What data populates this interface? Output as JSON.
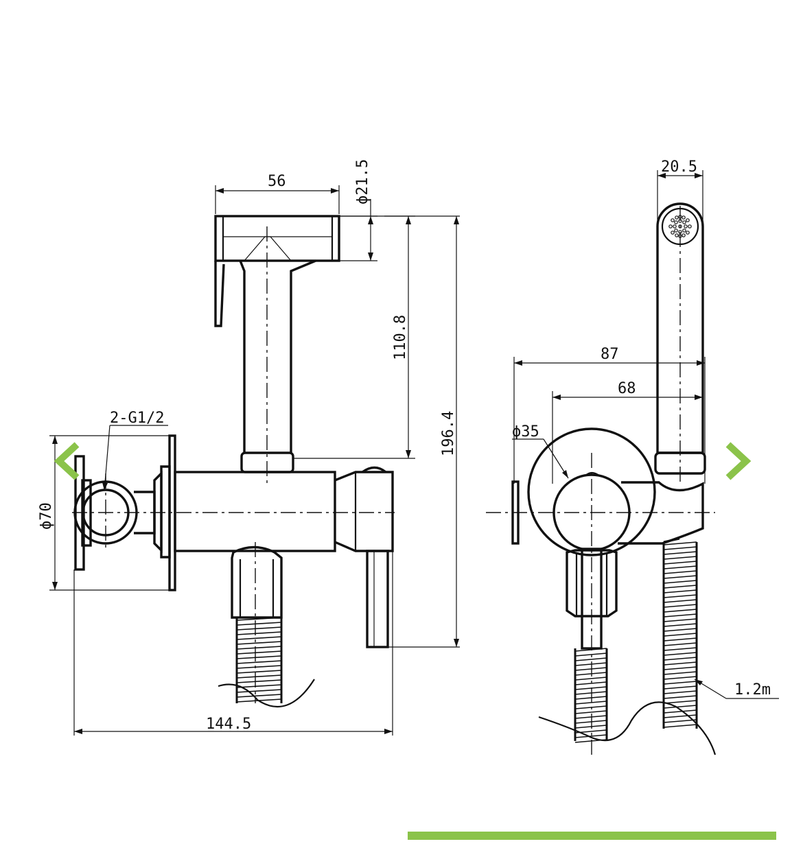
{
  "drawing": {
    "labels": {
      "width_56": "56",
      "dia_21_5": "ϕ21.5",
      "height_110_8": "110.8",
      "height_196_4": "196.4",
      "thread": "2-G1/2",
      "dia_70": "ϕ70",
      "length_144_5": "144.5",
      "width_20_5": "20.5",
      "depth_87": "87",
      "depth_68": "68",
      "dia_35": "ϕ35",
      "hose_length": "1.2m"
    }
  },
  "carousel": {
    "prev_icon": "chevron-left-icon",
    "next_icon": "chevron-right-icon",
    "accent_color": "#8bc34a"
  }
}
